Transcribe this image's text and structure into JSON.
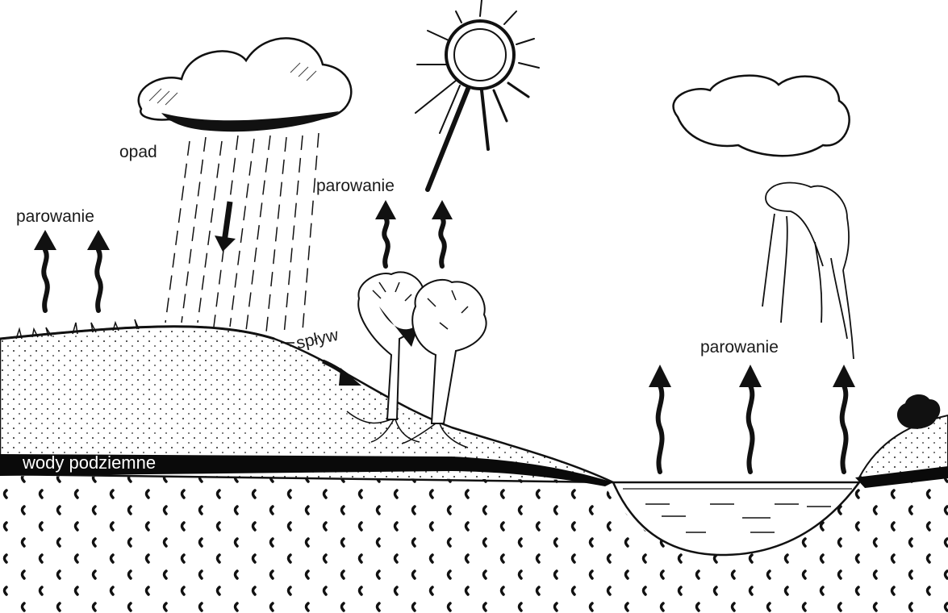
{
  "labels": {
    "evaporation_left": "parowanie",
    "precipitation": "opad",
    "evaporation_trees": "parowanie",
    "runoff": "spływ",
    "groundwater": "wody podziemne",
    "evaporation_lake": "parowanie"
  },
  "colors": {
    "ink": "#111111",
    "background": "#ffffff"
  }
}
